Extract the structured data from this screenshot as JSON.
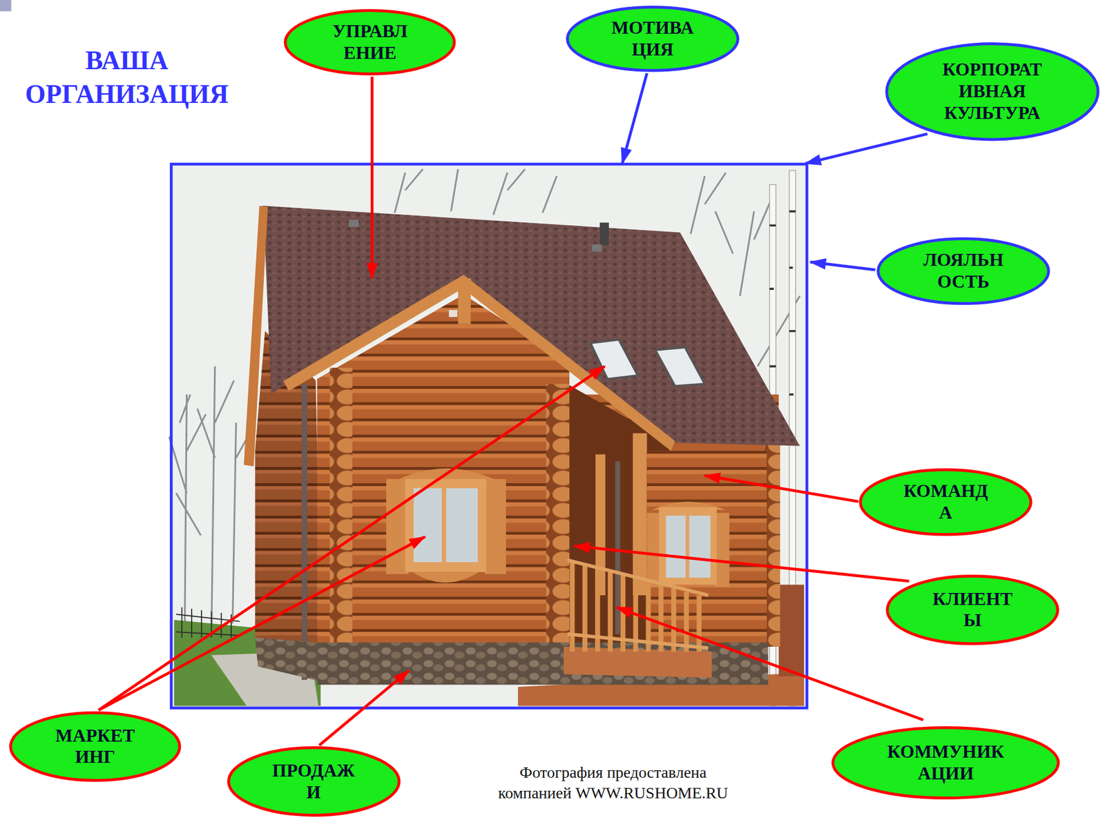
{
  "diagram": {
    "title": "ВАША ОРГАНИЗАЦИЯ",
    "nodes": [
      {
        "text": [
          "УПРАВЛ ЕНИЕ"
        ]
      },
      {
        "text": [
          "МОТИВА ЦИЯ"
        ]
      },
      {
        "text": [
          "КОРПОРАТ ИВНАЯ КУЛЬТУРА"
        ]
      },
      {
        "text": [
          "ЛОЯЛЬН ОСТЬ"
        ]
      },
      {
        "text": [
          "КОМАНД А"
        ]
      },
      {
        "text": [
          "КЛИЕНТ Ы"
        ]
      },
      {
        "text": [
          "МАРКЕТ ИНГ"
        ]
      },
      {
        "text": [
          "ПРОДАЖ И"
        ]
      },
      {
        "text": [
          "КОММУНИК АЦИИ"
        ]
      }
    ],
    "labels": [
      "Фотография предоставлена компанией WWW.RUSHOME.RU"
    ]
  }
}
